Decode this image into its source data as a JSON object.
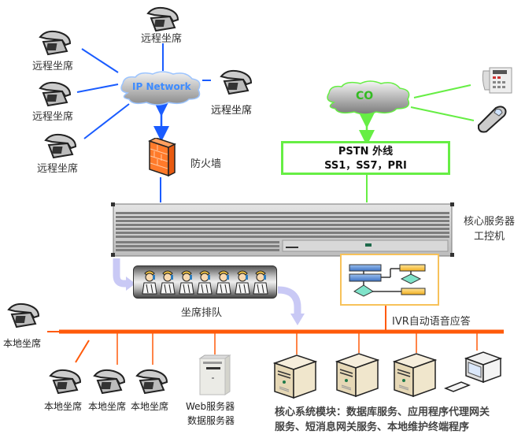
{
  "remote_agents": {
    "label": "远程坐席",
    "count": 5
  },
  "ip_network": {
    "label": "IP Network"
  },
  "firewall": {
    "label": "防火墙"
  },
  "co": {
    "label": "CO"
  },
  "pstn": {
    "line1": "PSTN 外线",
    "line2": "SS1，SS7，PRI"
  },
  "core_server": {
    "line1": "核心服务器",
    "line2": "工控机"
  },
  "agent_queue": {
    "label": "坐席排队",
    "agents": 7
  },
  "ivr": {
    "label": "IVR自动语音应答"
  },
  "local_agents": {
    "label": "本地坐席",
    "count": 4
  },
  "web_server": {
    "line1": "Web服务器",
    "line2": "数据服务器"
  },
  "core_modules": {
    "line1": "核心系统模块：数据库服务、应用程序代理网关",
    "line2": "服务、短消息网关服务、本地维护终端程序"
  },
  "colors": {
    "ip_link": "#1a5cff",
    "pstn_link": "#66ee44",
    "lan_bus": "#ff5a0a",
    "queue_arrow": "#c9c9f5",
    "ivr_border": "#f7c25a"
  }
}
